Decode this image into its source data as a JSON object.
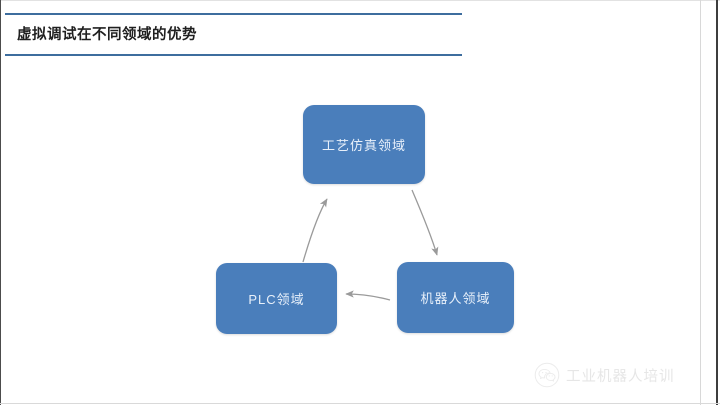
{
  "slide": {
    "title": "虚拟调试在不同领域的优势",
    "rule_color": "#3d6d9e",
    "background": "#ffffff"
  },
  "diagram": {
    "type": "cycle",
    "node_fill": "#4a7ebb",
    "node_text_color": "#e8f0fa",
    "arrow_color": "#9a9a9a",
    "nodes": [
      {
        "id": "sim",
        "label": "工艺仿真领域"
      },
      {
        "id": "robot",
        "label": "机器人领域"
      },
      {
        "id": "plc",
        "label": "PLC领域"
      }
    ],
    "arrows": [
      {
        "from": "sim",
        "to": "robot",
        "direction": "down-right"
      },
      {
        "from": "robot",
        "to": "plc",
        "direction": "left"
      },
      {
        "from": "plc",
        "to": "sim",
        "direction": "up-right"
      }
    ]
  },
  "watermark": {
    "text": "工业机器人培训",
    "logo_icon": "wechat-logo-icon",
    "color": "#d2d2d2"
  }
}
